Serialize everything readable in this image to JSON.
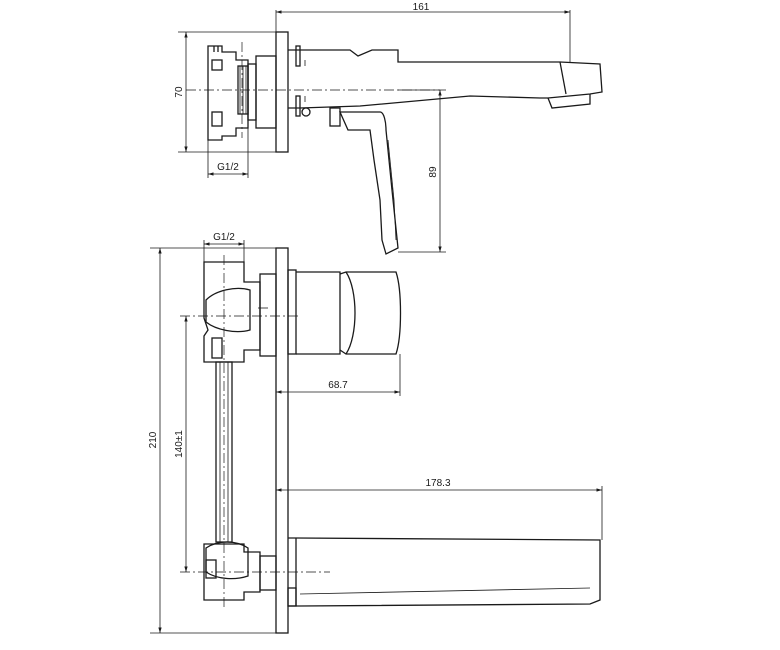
{
  "dimensions": {
    "top_width": "161",
    "top_height": "70",
    "top_thread": "G1/2",
    "handle_drop": "89",
    "bottom_thread": "G1/2",
    "body_depth": "68.7",
    "total_height": "210",
    "center_distance": "140±1",
    "spout_length": "178.3"
  }
}
